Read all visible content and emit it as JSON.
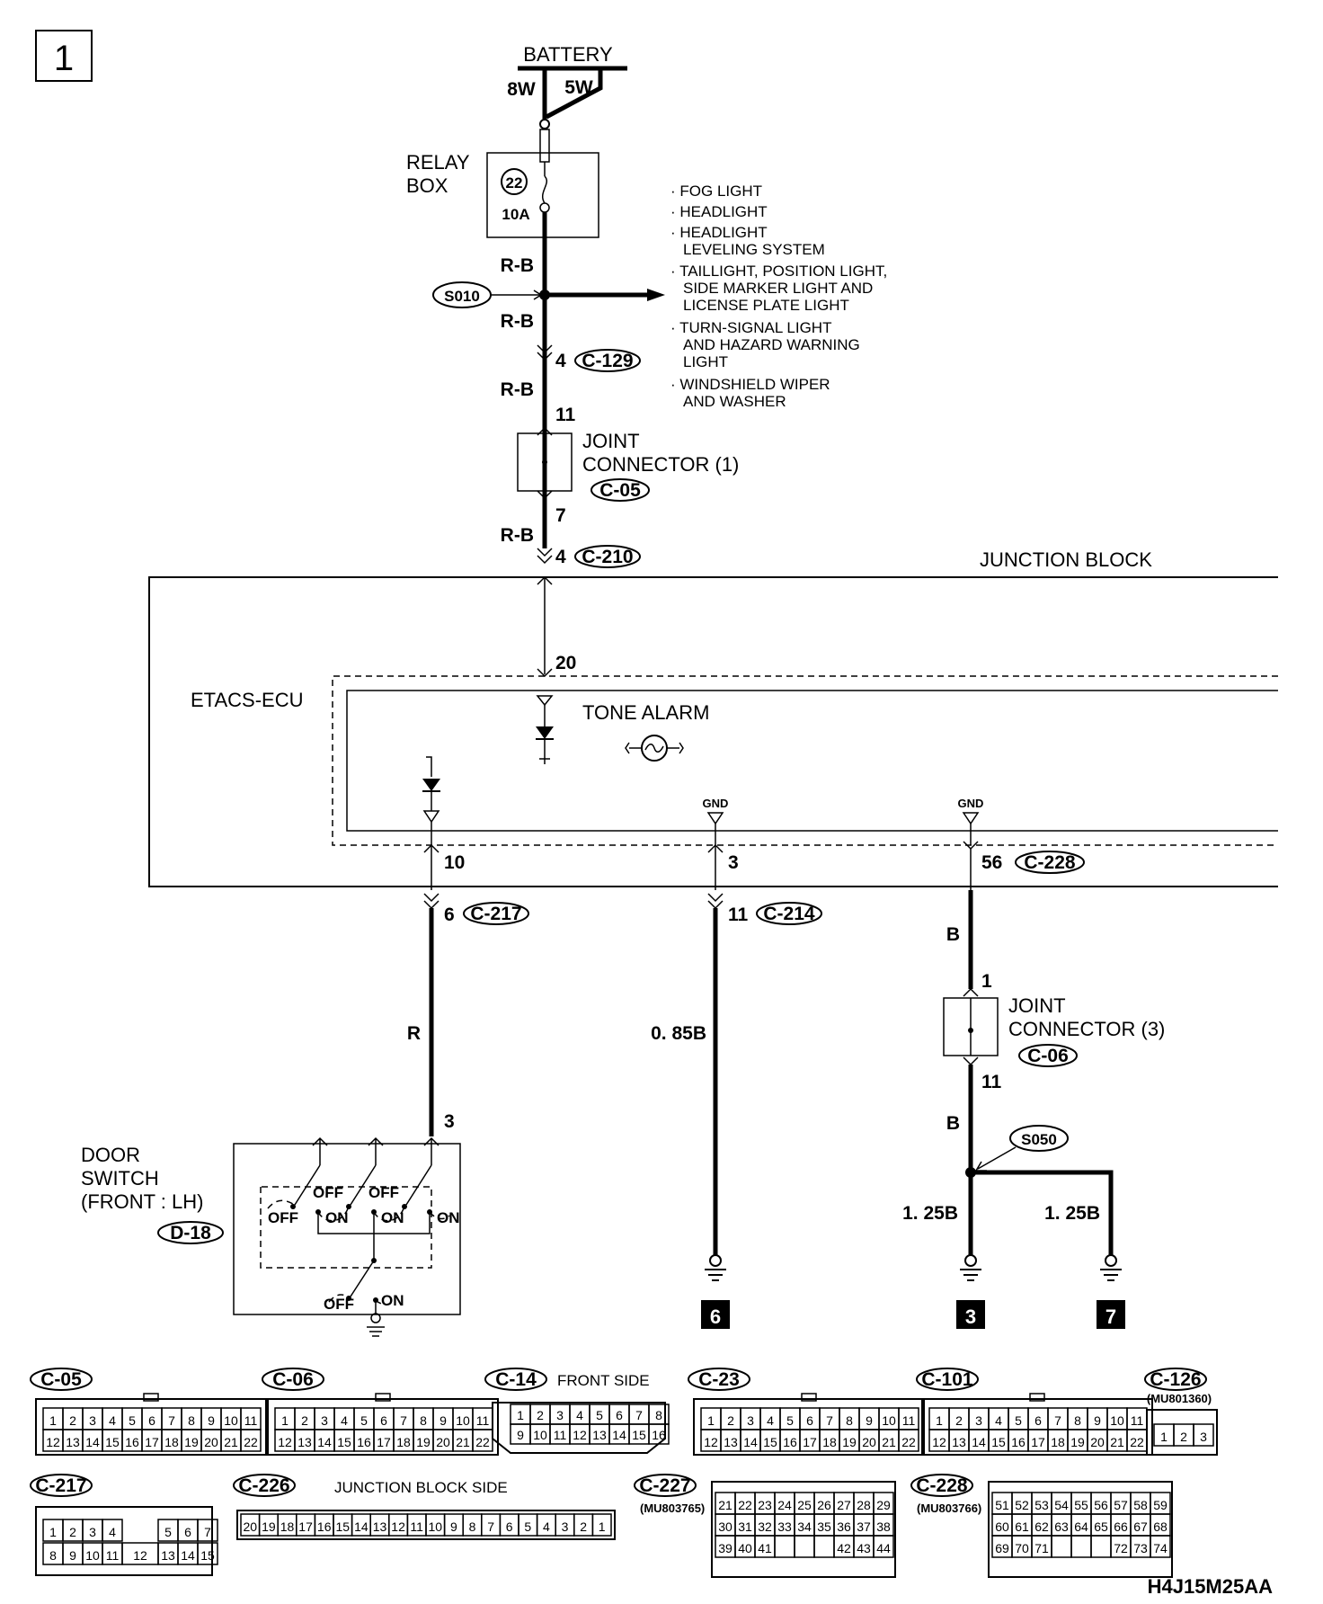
{
  "page_number": "1",
  "battery": {
    "label": "BATTERY",
    "left_wire": "8W",
    "right_wire": "5W"
  },
  "relay_box": {
    "label_line1": "RELAY",
    "label_line2": "BOX",
    "fuse_no": "22",
    "fuse_rating": "10A"
  },
  "splice_s010": "S010",
  "splice_s050": "S050",
  "branch_list": [
    {
      "line1": "· FOG LIGHT",
      "line2": ""
    },
    {
      "line1": "· HEADLIGHT",
      "line2": ""
    },
    {
      "line1": "· HEADLIGHT",
      "line2": "LEVELING SYSTEM"
    },
    {
      "line1": "· TAILLIGHT, POSITION LIGHT,",
      "line2": "SIDE MARKER LIGHT AND",
      "line3": "LICENSE PLATE LIGHT"
    },
    {
      "line1": "· TURN-SIGNAL LIGHT",
      "line2": "AND HAZARD WARNING",
      "line3": "LIGHT"
    },
    {
      "line1": "· WINDSHIELD WIPER",
      "line2": "AND WASHER"
    }
  ],
  "wires": {
    "rb1": "R-B",
    "rb2": "R-B",
    "rb3": "R-B",
    "rb4": "R-B",
    "r": "R",
    "b085": "0. 85B",
    "b1": "B",
    "b2": "B",
    "b125a": "1. 25B",
    "b125b": "1. 25B"
  },
  "pins": {
    "p4a": "4",
    "p11a": "11",
    "p7": "7",
    "p4b": "4",
    "p20": "20",
    "p10": "10",
    "p3a": "3",
    "p56": "56",
    "p6": "6",
    "p11b": "11",
    "p1": "1",
    "p11c": "11",
    "p3b": "3"
  },
  "connectors": {
    "c129": "C-129",
    "c05": "C-05",
    "c210": "C-210",
    "c217": "C-217",
    "c214": "C-214",
    "c228": "C-228",
    "c06": "C-06",
    "d18": "D-18"
  },
  "joint1": {
    "line1": "JOINT",
    "line2": "CONNECTOR (1)"
  },
  "joint3": {
    "line1": "JOINT",
    "line2": "CONNECTOR (3)"
  },
  "junction_block": "JUNCTION BLOCK",
  "etacs": "ETACS-ECU",
  "tone_alarm": "TONE ALARM",
  "gnd1": "GND",
  "gnd2": "GND",
  "door_switch": {
    "line1": "DOOR",
    "line2": "SWITCH",
    "line3": "(FRONT : LH)"
  },
  "switch_labels": {
    "off": "OFF",
    "on": "ON"
  },
  "refs": {
    "r6": "6",
    "r3": "3",
    "r7": "7"
  },
  "connector_views": [
    {
      "id": "C-05",
      "note": "",
      "row1": [
        "1",
        "2",
        "3",
        "4",
        "5",
        "6",
        "7",
        "8",
        "9",
        "10",
        "11"
      ],
      "row2": [
        "12",
        "13",
        "14",
        "15",
        "16",
        "17",
        "18",
        "19",
        "20",
        "21",
        "22"
      ]
    },
    {
      "id": "C-06",
      "note": "",
      "row1": [
        "1",
        "2",
        "3",
        "4",
        "5",
        "6",
        "7",
        "8",
        "9",
        "10",
        "11"
      ],
      "row2": [
        "12",
        "13",
        "14",
        "15",
        "16",
        "17",
        "18",
        "19",
        "20",
        "21",
        "22"
      ]
    },
    {
      "id": "C-14",
      "note": "FRONT SIDE",
      "row1": [
        "1",
        "2",
        "3",
        "4",
        "5",
        "6",
        "7",
        "8"
      ],
      "row2": [
        "9",
        "10",
        "11",
        "12",
        "13",
        "14",
        "15",
        "16"
      ]
    },
    {
      "id": "C-23",
      "note": "",
      "row1": [
        "1",
        "2",
        "3",
        "4",
        "5",
        "6",
        "7",
        "8",
        "9",
        "10",
        "11"
      ],
      "row2": [
        "12",
        "13",
        "14",
        "15",
        "16",
        "17",
        "18",
        "19",
        "20",
        "21",
        "22"
      ]
    },
    {
      "id": "C-101",
      "note": "",
      "row1": [
        "1",
        "2",
        "3",
        "4",
        "5",
        "6",
        "7",
        "8",
        "9",
        "10",
        "11"
      ],
      "row2": [
        "12",
        "13",
        "14",
        "15",
        "16",
        "17",
        "18",
        "19",
        "20",
        "21",
        "22"
      ]
    },
    {
      "id": "C-126",
      "note": "(MU801360)",
      "row1": [
        "1",
        "2",
        "3"
      ],
      "row2": []
    }
  ],
  "connector_views2": {
    "c217": {
      "id": "C-217",
      "row1a": [
        "1",
        "2",
        "3",
        "4"
      ],
      "row1b": [
        "5",
        "6",
        "7"
      ],
      "row2a": [
        "8",
        "9",
        "10",
        "11"
      ],
      "row2mid": "12",
      "row2b": [
        "13",
        "14",
        "15"
      ]
    },
    "c226": {
      "id": "C-226",
      "note": "JUNCTION BLOCK SIDE",
      "row": [
        "20",
        "19",
        "18",
        "17",
        "16",
        "15",
        "14",
        "13",
        "12",
        "11",
        "10",
        "9",
        "8",
        "7",
        "6",
        "5",
        "4",
        "3",
        "2",
        "1"
      ]
    },
    "c227": {
      "id": "C-227",
      "note": "(MU803765)",
      "row1": [
        "21",
        "22",
        "23",
        "24",
        "25",
        "26",
        "27",
        "28",
        "29"
      ],
      "row2": [
        "30",
        "31",
        "32",
        "33",
        "34",
        "35",
        "36",
        "37",
        "38"
      ],
      "row3": [
        "39",
        "40",
        "41",
        "",
        "",
        "",
        "42",
        "43",
        "44"
      ]
    },
    "c228": {
      "id": "C-228",
      "note": "(MU803766)",
      "row1": [
        "51",
        "52",
        "53",
        "54",
        "55",
        "56",
        "57",
        "58",
        "59"
      ],
      "row2": [
        "60",
        "61",
        "62",
        "63",
        "64",
        "65",
        "66",
        "67",
        "68"
      ],
      "row3": [
        "69",
        "70",
        "71",
        "",
        "",
        "",
        "72",
        "73",
        "74"
      ]
    }
  },
  "figure_code": "H4J15M25AA"
}
